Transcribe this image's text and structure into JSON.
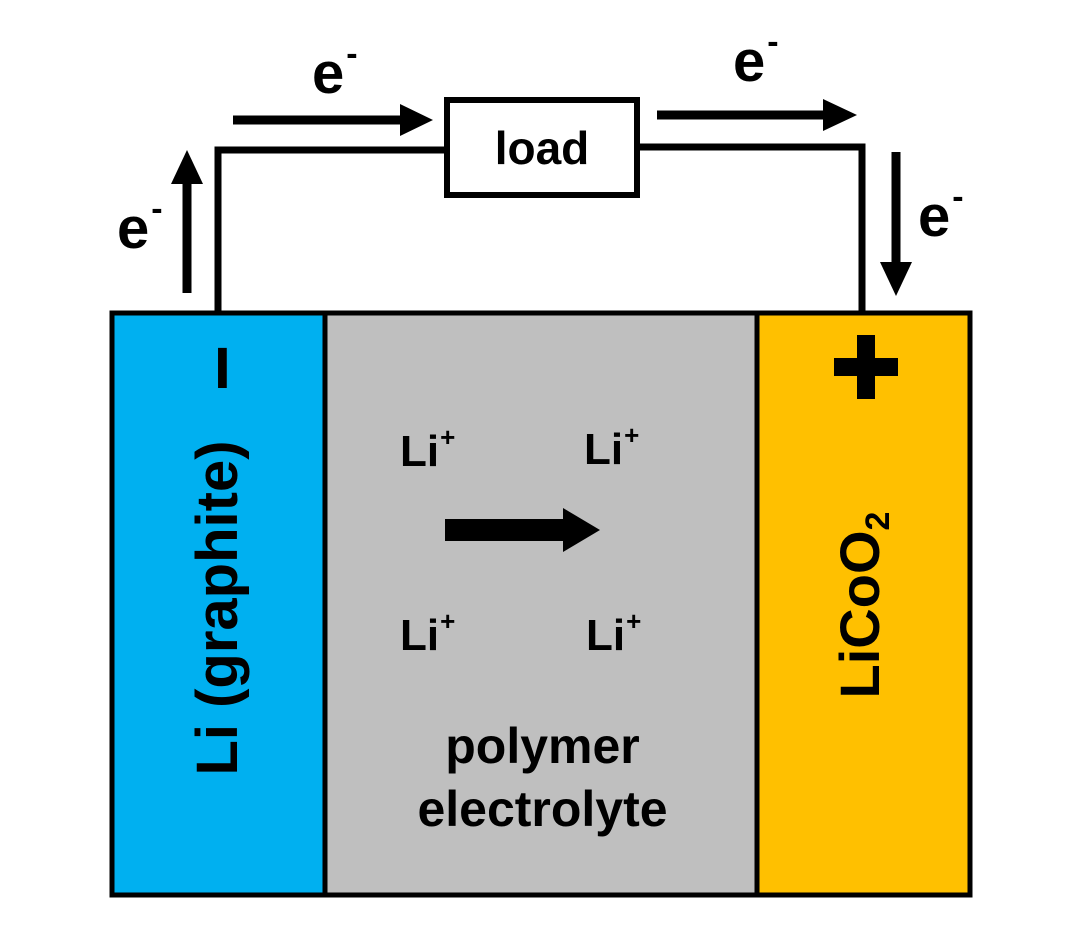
{
  "colors": {
    "anode": "#00B0F0",
    "electrolyte": "#BFBFBF",
    "cathode": "#FFC000",
    "outline": "#000000"
  },
  "circuit": {
    "load_label": "load",
    "electron_label": "e",
    "electron_charge": "-"
  },
  "anode": {
    "label": "Li (graphite)",
    "polarity": "−"
  },
  "electrolyte": {
    "ion_label": "Li",
    "ion_charge": "+",
    "name_line1": "polymer",
    "name_line2": "electrolyte"
  },
  "cathode": {
    "label_main": "LiCoO",
    "label_sub": "2",
    "polarity": "+"
  }
}
